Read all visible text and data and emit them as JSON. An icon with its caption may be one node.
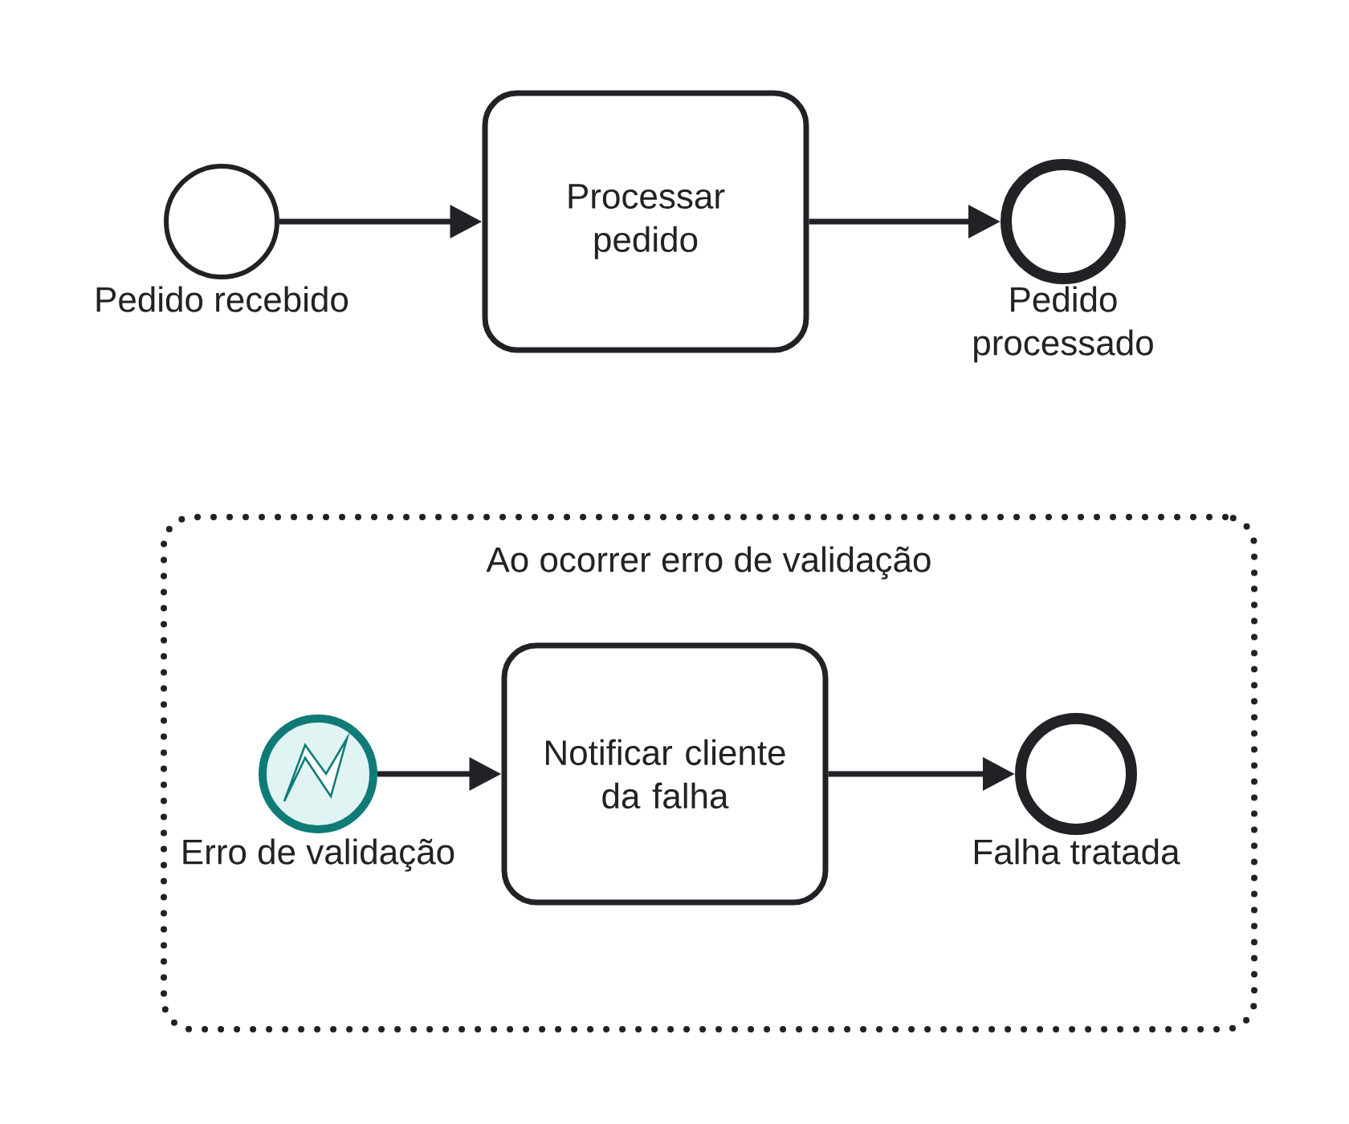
{
  "diagram": {
    "nodes": [
      {
        "text": [],
        "shape": "circle",
        "beside": [
          "Pedido recebido"
        ]
      },
      {
        "text": [
          "Processar pedido"
        ]
      },
      {
        "text": [],
        "shape": "circle",
        "beside": [
          "Pedido processado"
        ]
      },
      {
        "text": [
          "Ao ocorrer erro de validação"
        ]
      },
      {
        "text": [],
        "shape": "circle",
        "beside": [
          "Erro de validação"
        ],
        "in": 3
      },
      {
        "text": [
          "Notificar cliente da falha"
        ],
        "in": 3
      },
      {
        "text": [],
        "shape": "circle",
        "beside": [
          "Falha tratada"
        ],
        "in": 3
      }
    ],
    "edges": [
      {
        "from": 0,
        "to": 1,
        "arrow": "to"
      },
      {
        "from": 1,
        "to": 2,
        "arrow": "to"
      },
      {
        "from": 4,
        "to": 5,
        "arrow": "to"
      },
      {
        "from": 5,
        "to": 6,
        "arrow": "to"
      }
    ]
  }
}
